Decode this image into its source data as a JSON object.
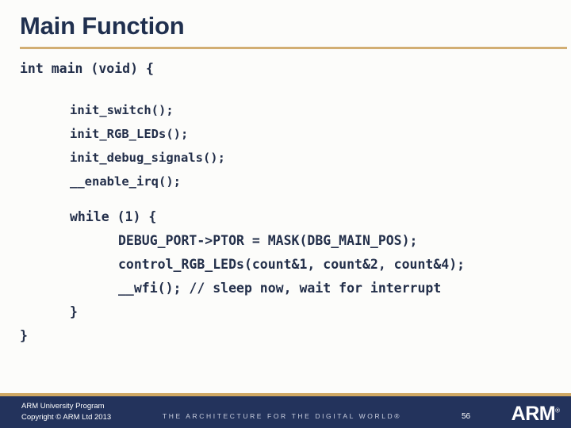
{
  "slide": {
    "title": "Main Function",
    "accent_color": "#d2ae73",
    "title_color": "#20304f",
    "code_color": "#232f4a",
    "background_color": "#fcfcfa"
  },
  "code": {
    "lines": [
      {
        "text": "int main (void) {",
        "indent": 0
      },
      {
        "text": "init_switch();",
        "indent": 1
      },
      {
        "text": "init_RGB_LEDs();",
        "indent": 1
      },
      {
        "text": "init_debug_signals();",
        "indent": 1
      },
      {
        "text": "__enable_irq();",
        "indent": 1
      },
      {
        "text": "while (1) {",
        "indent": 1
      },
      {
        "text": "DEBUG_PORT->PTOR = MASK(DBG_MAIN_POS);",
        "indent": 2
      },
      {
        "text": "control_RGB_LEDs(count&1, count&2, count&4);",
        "indent": 2
      },
      {
        "text": "__wfi(); // sleep now, wait for interrupt",
        "indent": 2
      },
      {
        "text": "}",
        "indent": 1
      },
      {
        "text": "}",
        "indent": 0
      }
    ],
    "l0": "int main (void) {",
    "l1": "init_switch();",
    "l2": "init_RGB_LEDs();",
    "l3": "init_debug_signals();",
    "l4": "__enable_irq();",
    "l5": "while (1) {",
    "l6": "DEBUG_PORT->PTOR = MASK(DBG_MAIN_POS);",
    "l7": "control_RGB_LEDs(count&1, count&2, count&4);",
    "l8": "__wfi(); // sleep now, wait for interrupt",
    "l9": "}",
    "l10": "}"
  },
  "footer": {
    "program": "ARM University Program",
    "copyright": "Copyright © ARM Ltd 2013",
    "tagline": "THE ARCHITECTURE FOR THE DIGITAL WORLD®",
    "page_number": "56",
    "logo": "ARM",
    "logo_mark": "®",
    "bar_color": "#23335c",
    "rule_color": "#cfa863"
  }
}
